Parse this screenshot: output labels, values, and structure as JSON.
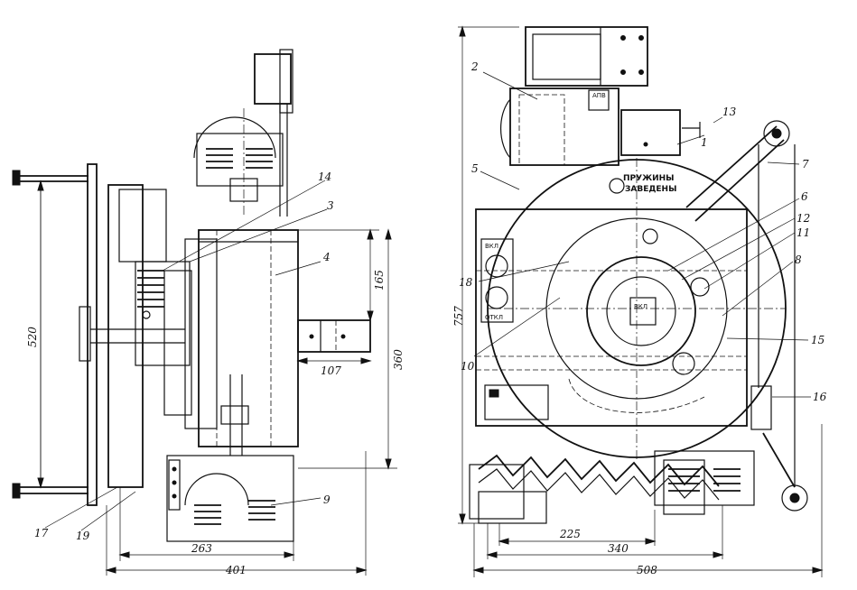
{
  "dimensions": {
    "d520": "520",
    "d165": "165",
    "d360": "360",
    "d107": "107",
    "d263": "263",
    "d401": "401",
    "d757": "757",
    "d225": "225",
    "d340": "340",
    "d508": "508"
  },
  "callouts": {
    "c1": "1",
    "c2": "2",
    "c3": "3",
    "c4": "4",
    "c5": "5",
    "c6": "6",
    "c7": "7",
    "c8": "8",
    "c9": "9",
    "c10": "10",
    "c11": "11",
    "c12": "12",
    "c13": "13",
    "c14": "14",
    "c15": "15",
    "c16": "16",
    "c17": "17",
    "c18": "18",
    "c19": "19"
  },
  "plates": {
    "springs_line1": "ПРУЖИНЫ",
    "springs_line2": "ЗАВЕДЕНЫ",
    "on_label": "ВКЛ",
    "off_label": "ОТКЛ",
    "apv_label": "АПВ",
    "hub_on_label": "ВКЛ"
  }
}
